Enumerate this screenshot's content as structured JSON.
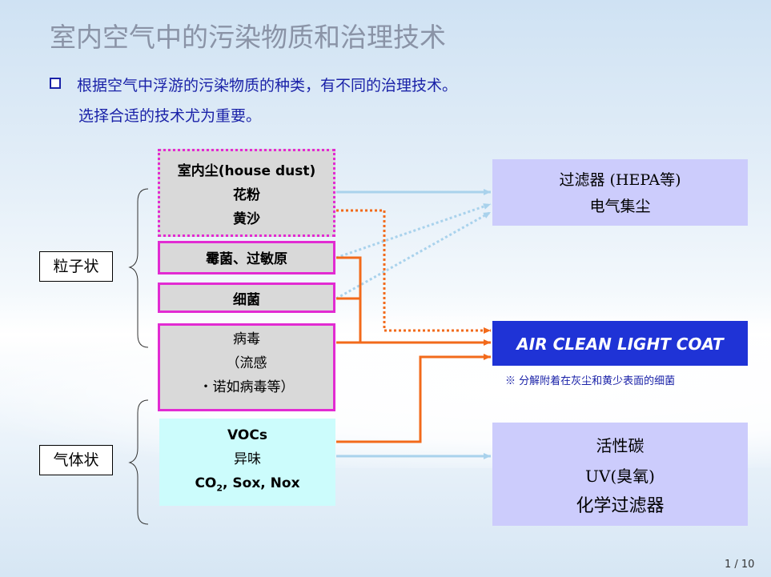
{
  "title": "室内空气中的污染物质和治理技术",
  "intro": {
    "line1": "根据空气中浮游的污染物质的种类，有不同的治理技术。",
    "line2": "选择合适的技术尤为重要。"
  },
  "categories": {
    "particle": "粒子状",
    "gas": "气体状"
  },
  "sources": {
    "dust": {
      "line1": "室内尘(house dust)",
      "line2": "花粉",
      "line3": "黄沙"
    },
    "mold": "霉菌、过敏原",
    "bacteria": "细菌",
    "virus": {
      "line1": "病毒",
      "line2": "（流感",
      "line3": "・诺如病毒等）"
    },
    "gas": {
      "line1": "VOCs",
      "line2": "异味",
      "line3_main": "CO",
      "line3_sub": "2",
      "line3_rest": ", Sox, Nox"
    }
  },
  "targets": {
    "filter": {
      "line1": "过滤器 (HEPA等)",
      "line2": "电气集尘"
    },
    "aclc": "AIR CLEAN LIGHT COAT",
    "aclc_note": "※ 分解附着在灰尘和黄少表面的细菌",
    "chem": {
      "line1": "活性碳",
      "line2": "UV(臭氧)",
      "line3": "化学过滤器"
    }
  },
  "page_number": "1 / 10",
  "colors": {
    "orange": "#f26a1b",
    "light_blue": "#a9d2ec",
    "magenta": "#e22bd2",
    "aclc_blue": "#1f33d6",
    "text_blue": "#1a22a8"
  }
}
